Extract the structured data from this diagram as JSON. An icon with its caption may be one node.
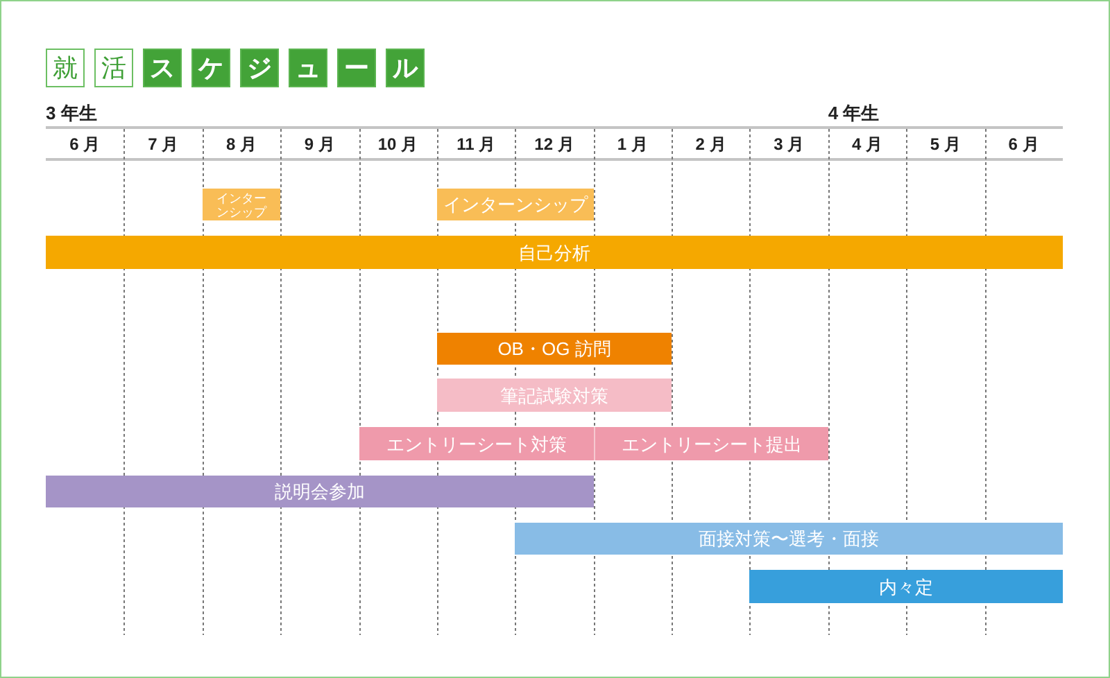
{
  "diagram": {
    "title": "就活スケジュール",
    "nodes": [
      {
        "text": [
          "インターンシップ"
        ]
      },
      {
        "text": [
          "インターンシップ"
        ]
      },
      {
        "text": [
          "自己分析"
        ]
      },
      {
        "text": [
          "OB・OG 訪問"
        ]
      },
      {
        "text": [
          "筆記試験対策"
        ]
      },
      {
        "text": [
          "エントリーシート対策"
        ]
      },
      {
        "text": [
          "エントリーシート提出"
        ]
      },
      {
        "text": [
          "説明会参加"
        ]
      },
      {
        "text": [
          "面接対策〜選考・面接"
        ]
      },
      {
        "text": [
          "内々定"
        ]
      }
    ],
    "labels": [
      "3 年生",
      "4 年生",
      "6 月",
      "7 月",
      "8 月",
      "9 月",
      "10 月",
      "11 月",
      "12 月",
      "1 月",
      "2 月",
      "3 月",
      "4 月",
      "5 月",
      "6 月"
    ]
  }
}
